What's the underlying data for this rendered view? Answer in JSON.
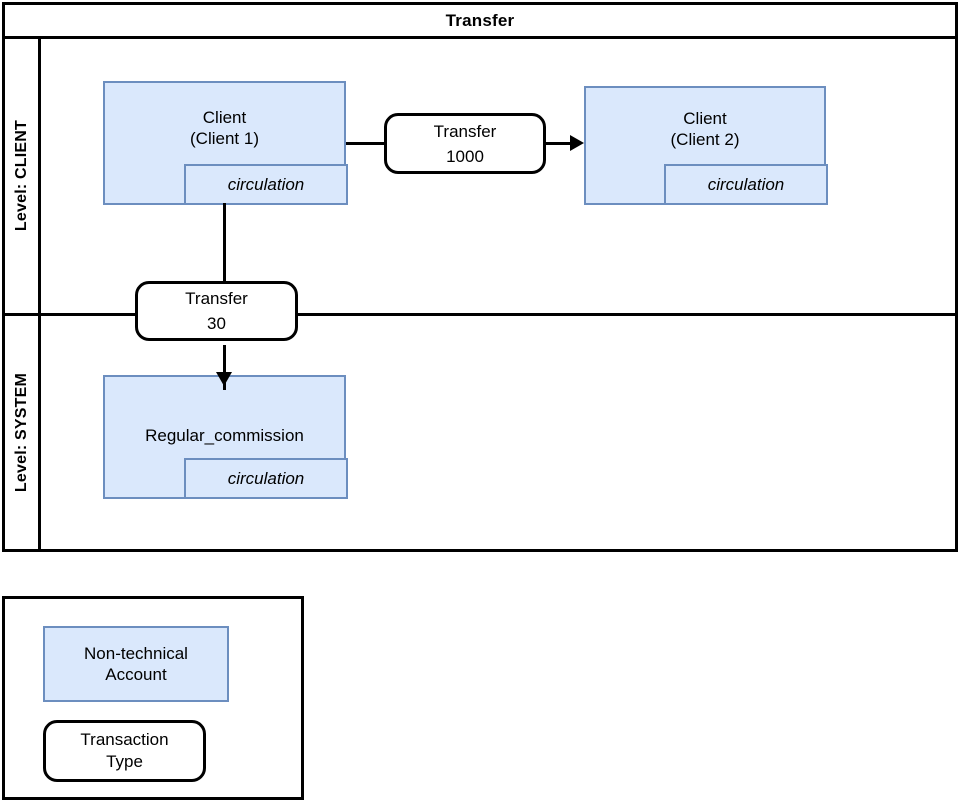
{
  "diagram": {
    "title": "Transfer",
    "type": "swimlane-flow",
    "lanes": [
      {
        "id": "client",
        "label": "Level: CLIENT"
      },
      {
        "id": "system",
        "label": "Level: SYSTEM"
      }
    ],
    "nodes": [
      {
        "id": "client-1",
        "kind": "non-technical-account",
        "lane": "client",
        "title": "Client\n(Client 1)",
        "sub_label": "circulation"
      },
      {
        "id": "client-2",
        "kind": "non-technical-account",
        "lane": "client",
        "title": "Client\n(Client 2)",
        "sub_label": "circulation"
      },
      {
        "id": "regular-commission",
        "kind": "non-technical-account",
        "lane": "system",
        "title": "Regular_commission",
        "sub_label": "circulation"
      }
    ],
    "transactions": [
      {
        "id": "transfer-1000",
        "kind": "transaction-type",
        "type_label": "Transfer",
        "amount": "1000",
        "from": "client-1",
        "to": "client-2"
      },
      {
        "id": "transfer-30",
        "kind": "transaction-type",
        "type_label": "Transfer",
        "amount": "30",
        "from": "client-1",
        "to": "regular-commission"
      }
    ]
  },
  "legend": {
    "account_label": "Non-technical\nAccount",
    "transaction_label": "Transaction\nType"
  },
  "colors": {
    "account_fill": "#dae8fc",
    "account_stroke": "#6c8ebf",
    "line": "#000000",
    "background": "#ffffff"
  }
}
